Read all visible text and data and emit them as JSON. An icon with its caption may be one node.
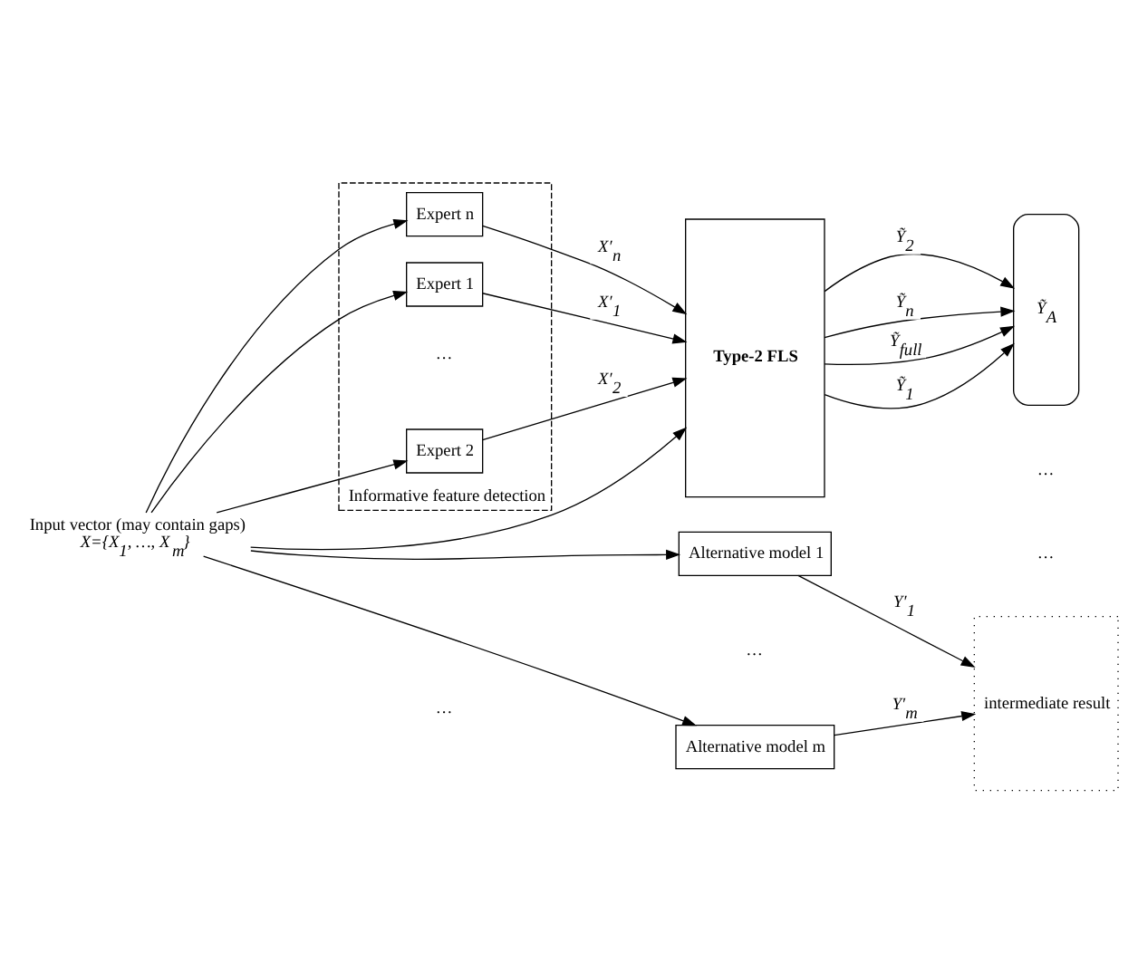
{
  "diagram": {
    "nodes": [
      {
        "text": [
          "Input vector (may contain gaps)",
          "X={X$_{1}$, …, X$_{m}$}"
        ]
      },
      {
        "text": [
          "Informative feature detection"
        ]
      },
      {
        "text": [
          "Expert 1"
        ],
        "in": 1
      },
      {
        "text": [
          "Expert 2"
        ],
        "in": 1
      },
      {
        "text": [
          "Expert n"
        ],
        "in": 1
      },
      {
        "text": [
          "Type-2 FLS"
        ]
      },
      {
        "text": [
          "Ỹ$_{A}$"
        ]
      },
      {
        "text": [
          "Alternative model 1"
        ]
      },
      {
        "text": [
          "Alternative model m"
        ]
      },
      {
        "text": [
          "intermediate result"
        ]
      }
    ],
    "edges": [
      {
        "from": 0,
        "to": 5,
        "arrow": "to"
      },
      {
        "from": 0,
        "to": 2,
        "arrow": "to"
      },
      {
        "from": 0,
        "to": 3,
        "arrow": "to"
      },
      {
        "from": 0,
        "to": 4,
        "arrow": "to"
      },
      {
        "from": 2,
        "to": 5,
        "arrow": "to",
        "label": "X′$_{1}$"
      },
      {
        "from": 3,
        "to": 5,
        "arrow": "to",
        "label": "X′$_{2}$"
      },
      {
        "from": 4,
        "to": 5,
        "arrow": "to",
        "label": "X′$_{n}$"
      },
      {
        "from": 5,
        "to": 6,
        "arrow": "to",
        "label": "Ỹ$_{full}$"
      },
      {
        "from": 5,
        "to": 6,
        "arrow": "to",
        "label": "Ỹ$_{1}$"
      },
      {
        "from": 5,
        "to": 6,
        "arrow": "to",
        "label": "Ỹ$_{2}$"
      },
      {
        "from": 5,
        "to": 6,
        "arrow": "to",
        "label": "Ỹ$_{n}$"
      },
      {
        "from": 0,
        "to": 7,
        "arrow": "to"
      },
      {
        "from": 0,
        "to": 8,
        "arrow": "to"
      },
      {
        "from": 7,
        "to": 9,
        "arrow": "to",
        "label": "Y′$_{1}$"
      },
      {
        "from": 8,
        "to": 9,
        "arrow": "to",
        "label": "Y′$_{m}$"
      }
    ],
    "labels": [
      "…",
      "…",
      "…",
      "…",
      "…"
    ]
  }
}
